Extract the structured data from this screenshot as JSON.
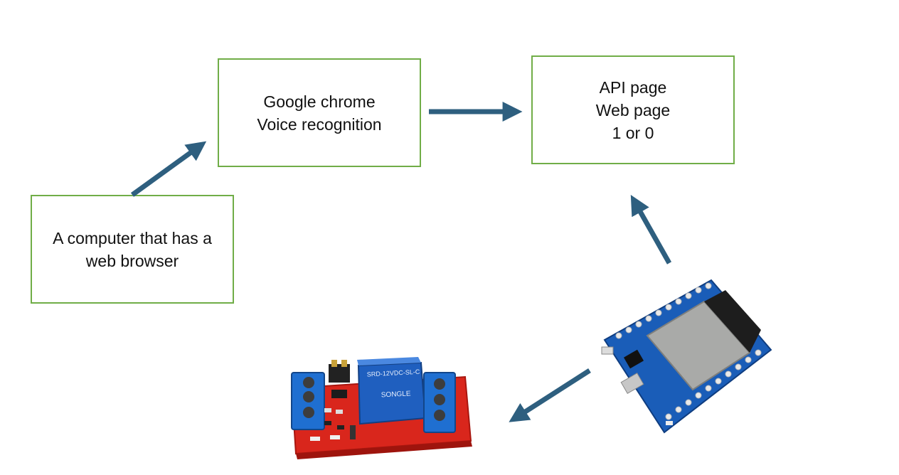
{
  "boxes": {
    "computer": {
      "lines": [
        "A computer that has a",
        "web browser"
      ]
    },
    "chrome": {
      "lines": [
        "Google chrome",
        "Voice recognition"
      ]
    },
    "api": {
      "lines": [
        "API page",
        "Web page",
        "1 or 0"
      ]
    }
  },
  "images": {
    "relay_module": {
      "description_icon": "relay-module-image"
    },
    "esp32_board": {
      "description_icon": "esp32-board-image"
    }
  },
  "colors": {
    "box_border": "#70ad47",
    "arrow": "#2e5f7f",
    "relay_pcb": "#d9261c",
    "relay_block": "#1f5fbf",
    "esp_pcb": "#1a5db8",
    "esp_module": "#a9aaa8"
  },
  "relay_printed": {
    "model": "SRD-12VDC-SL-C",
    "brand": "SONGLE"
  }
}
